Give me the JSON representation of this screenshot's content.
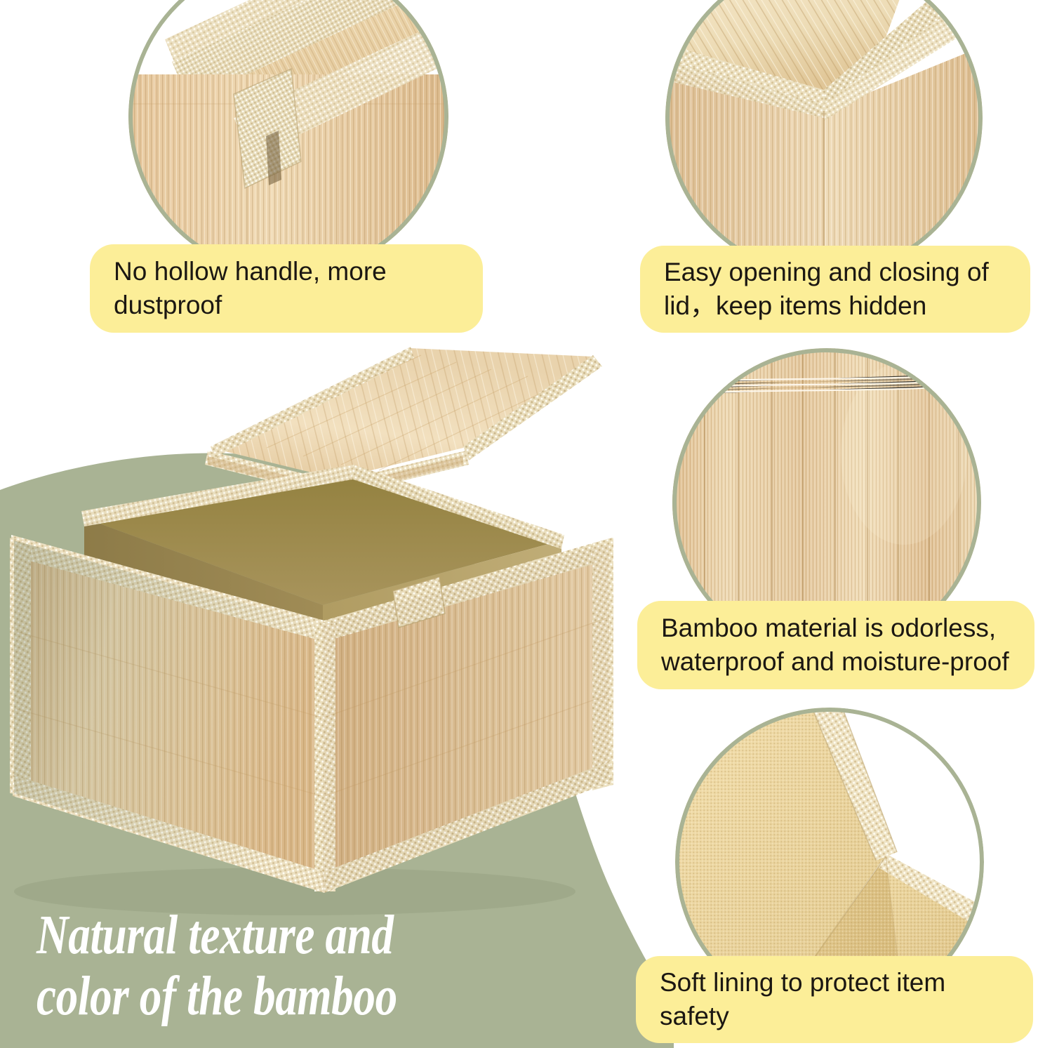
{
  "page": {
    "background_color": "#ffffff",
    "accent_green": "#a9b394",
    "accent_yellow": "#fcee98",
    "text_dark": "#1b1712",
    "text_light": "#ffffff"
  },
  "headline": {
    "text": "Natural texture and\ncolor of the bamboo"
  },
  "features": [
    {
      "id": "handle",
      "caption": "No hollow handle, more\ndustproof",
      "photo_alt": "bamboo-lid-handle-closeup"
    },
    {
      "id": "lid",
      "caption": "Easy opening and closing of\nlid，keep items hidden",
      "photo_alt": "bamboo-box-corner-closeup"
    },
    {
      "id": "material",
      "caption": "Bamboo material is odorless,\nwaterproof and moisture-proof",
      "photo_alt": "bamboo-slat-texture-closeup"
    },
    {
      "id": "lining",
      "caption": "Soft lining to protect item\nsafety",
      "photo_alt": "soft-fabric-lining-closeup"
    }
  ],
  "hero": {
    "alt": "bamboo-storage-box-with-open-lid"
  }
}
